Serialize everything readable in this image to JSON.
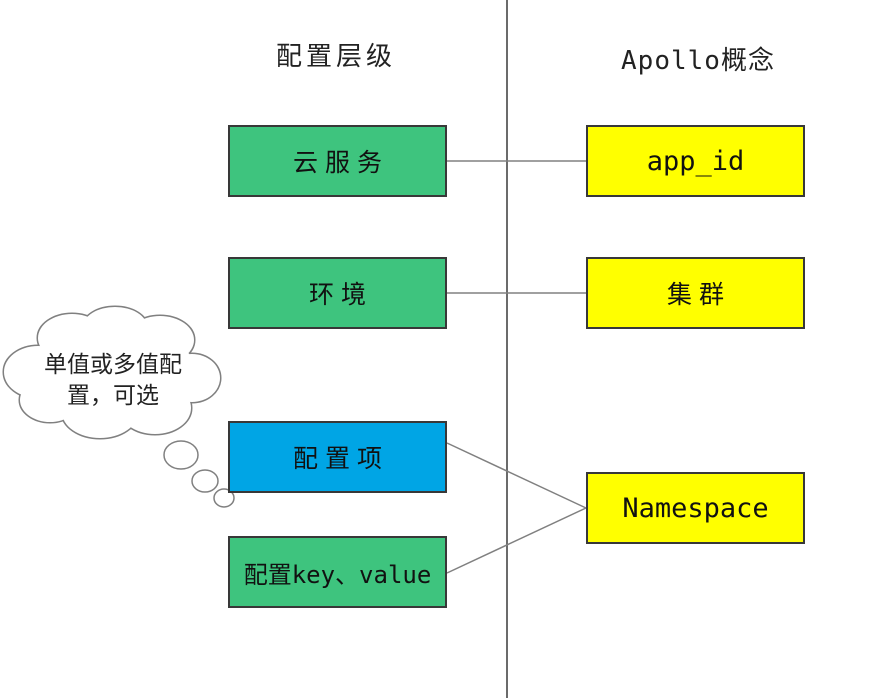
{
  "diagram": {
    "left_header": "配置层级",
    "right_header": "Apollo概念",
    "bubble": {
      "lines": [
        "单值或多值配",
        "置，可选"
      ]
    },
    "boxes": {
      "cloud_service": "云服务",
      "app_id": "app_id",
      "environment": "环境",
      "cluster": "集群",
      "config_item": "配置项",
      "namespace": "Namespace",
      "config_kv": "配置key、value"
    },
    "colors": {
      "green": "#3ec47e",
      "yellow": "#ffff00",
      "blue": "#00a5e5",
      "divider_line": "#6b6b6b",
      "connector_line": "#808080",
      "box_border": "#383838"
    }
  }
}
